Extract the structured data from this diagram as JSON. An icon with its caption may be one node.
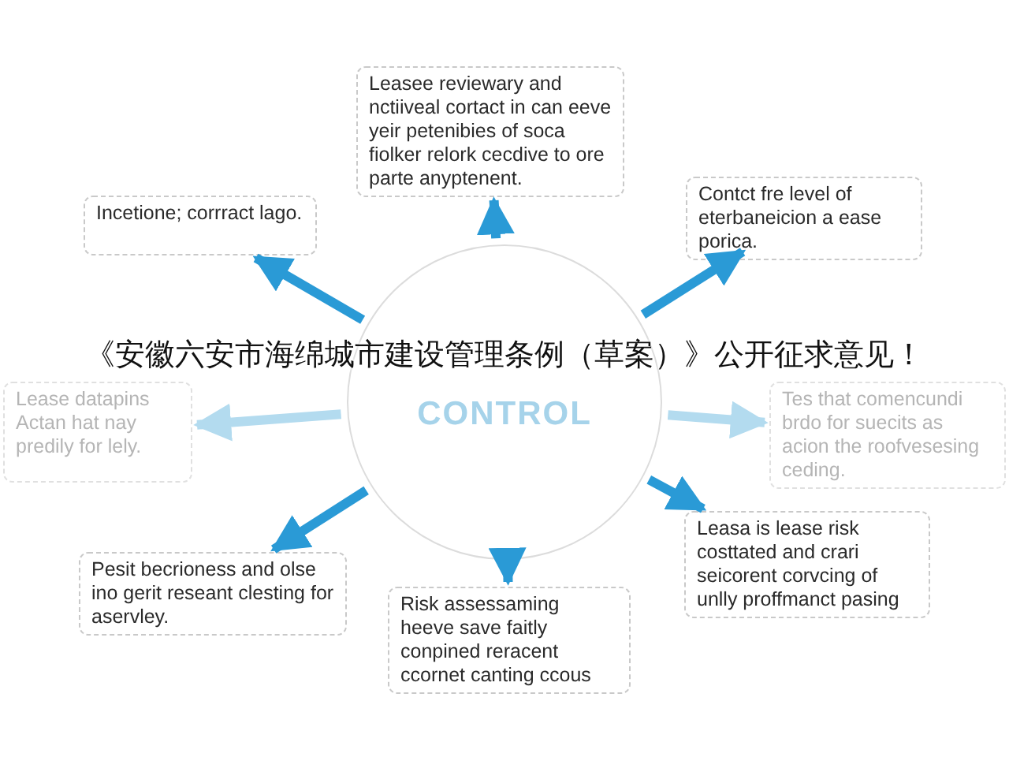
{
  "diagram": {
    "nodes": [
      {
        "text": [
          "CONTROL"
        ]
      },
      {
        "text": [
          "Leasee reviewary and nctiiveal cortact in can eeve yeir petenibies of soca fiolker relork cecdive to ore parte anyptenent."
        ]
      },
      {
        "text": [
          "Incetione; corrract lago."
        ]
      },
      {
        "text": [
          "Contct fre level of eterbaneicion a ease porica."
        ]
      },
      {
        "text": [
          "Lease datapins Actan hat nay predily for lely."
        ]
      },
      {
        "text": [
          "Tes that comencundi brdo for suecits as acion the roofvesesing ceding."
        ]
      },
      {
        "text": [
          "Pesit becrioness and olse ino gerit reseant clesting for aservley."
        ]
      },
      {
        "text": [
          "Risk assessaming heeve save faitly conpined reracent ccornet canting ccous"
        ]
      },
      {
        "text": [
          "Leasa is lease risk costtated and crari seicorent corvcing of unlly proffmanct pasing"
        ]
      }
    ],
    "edges": [
      {
        "from": 0,
        "to": 1,
        "arrow": "to"
      },
      {
        "from": 0,
        "to": 2,
        "arrow": "to"
      },
      {
        "from": 0,
        "to": 3,
        "arrow": "to"
      },
      {
        "from": 0,
        "to": 4,
        "arrow": "to",
        "color": "#b3dbef"
      },
      {
        "from": 0,
        "to": 5,
        "arrow": "to",
        "color": "#b3dbef"
      },
      {
        "from": 0,
        "to": 6,
        "arrow": "to"
      },
      {
        "from": 0,
        "to": 7,
        "arrow": "to"
      },
      {
        "from": 0,
        "to": 8,
        "arrow": "to"
      }
    ],
    "labels": [
      "《安徽六安市海绵城市建设管理条例（草案）》公开征求意见！"
    ]
  }
}
